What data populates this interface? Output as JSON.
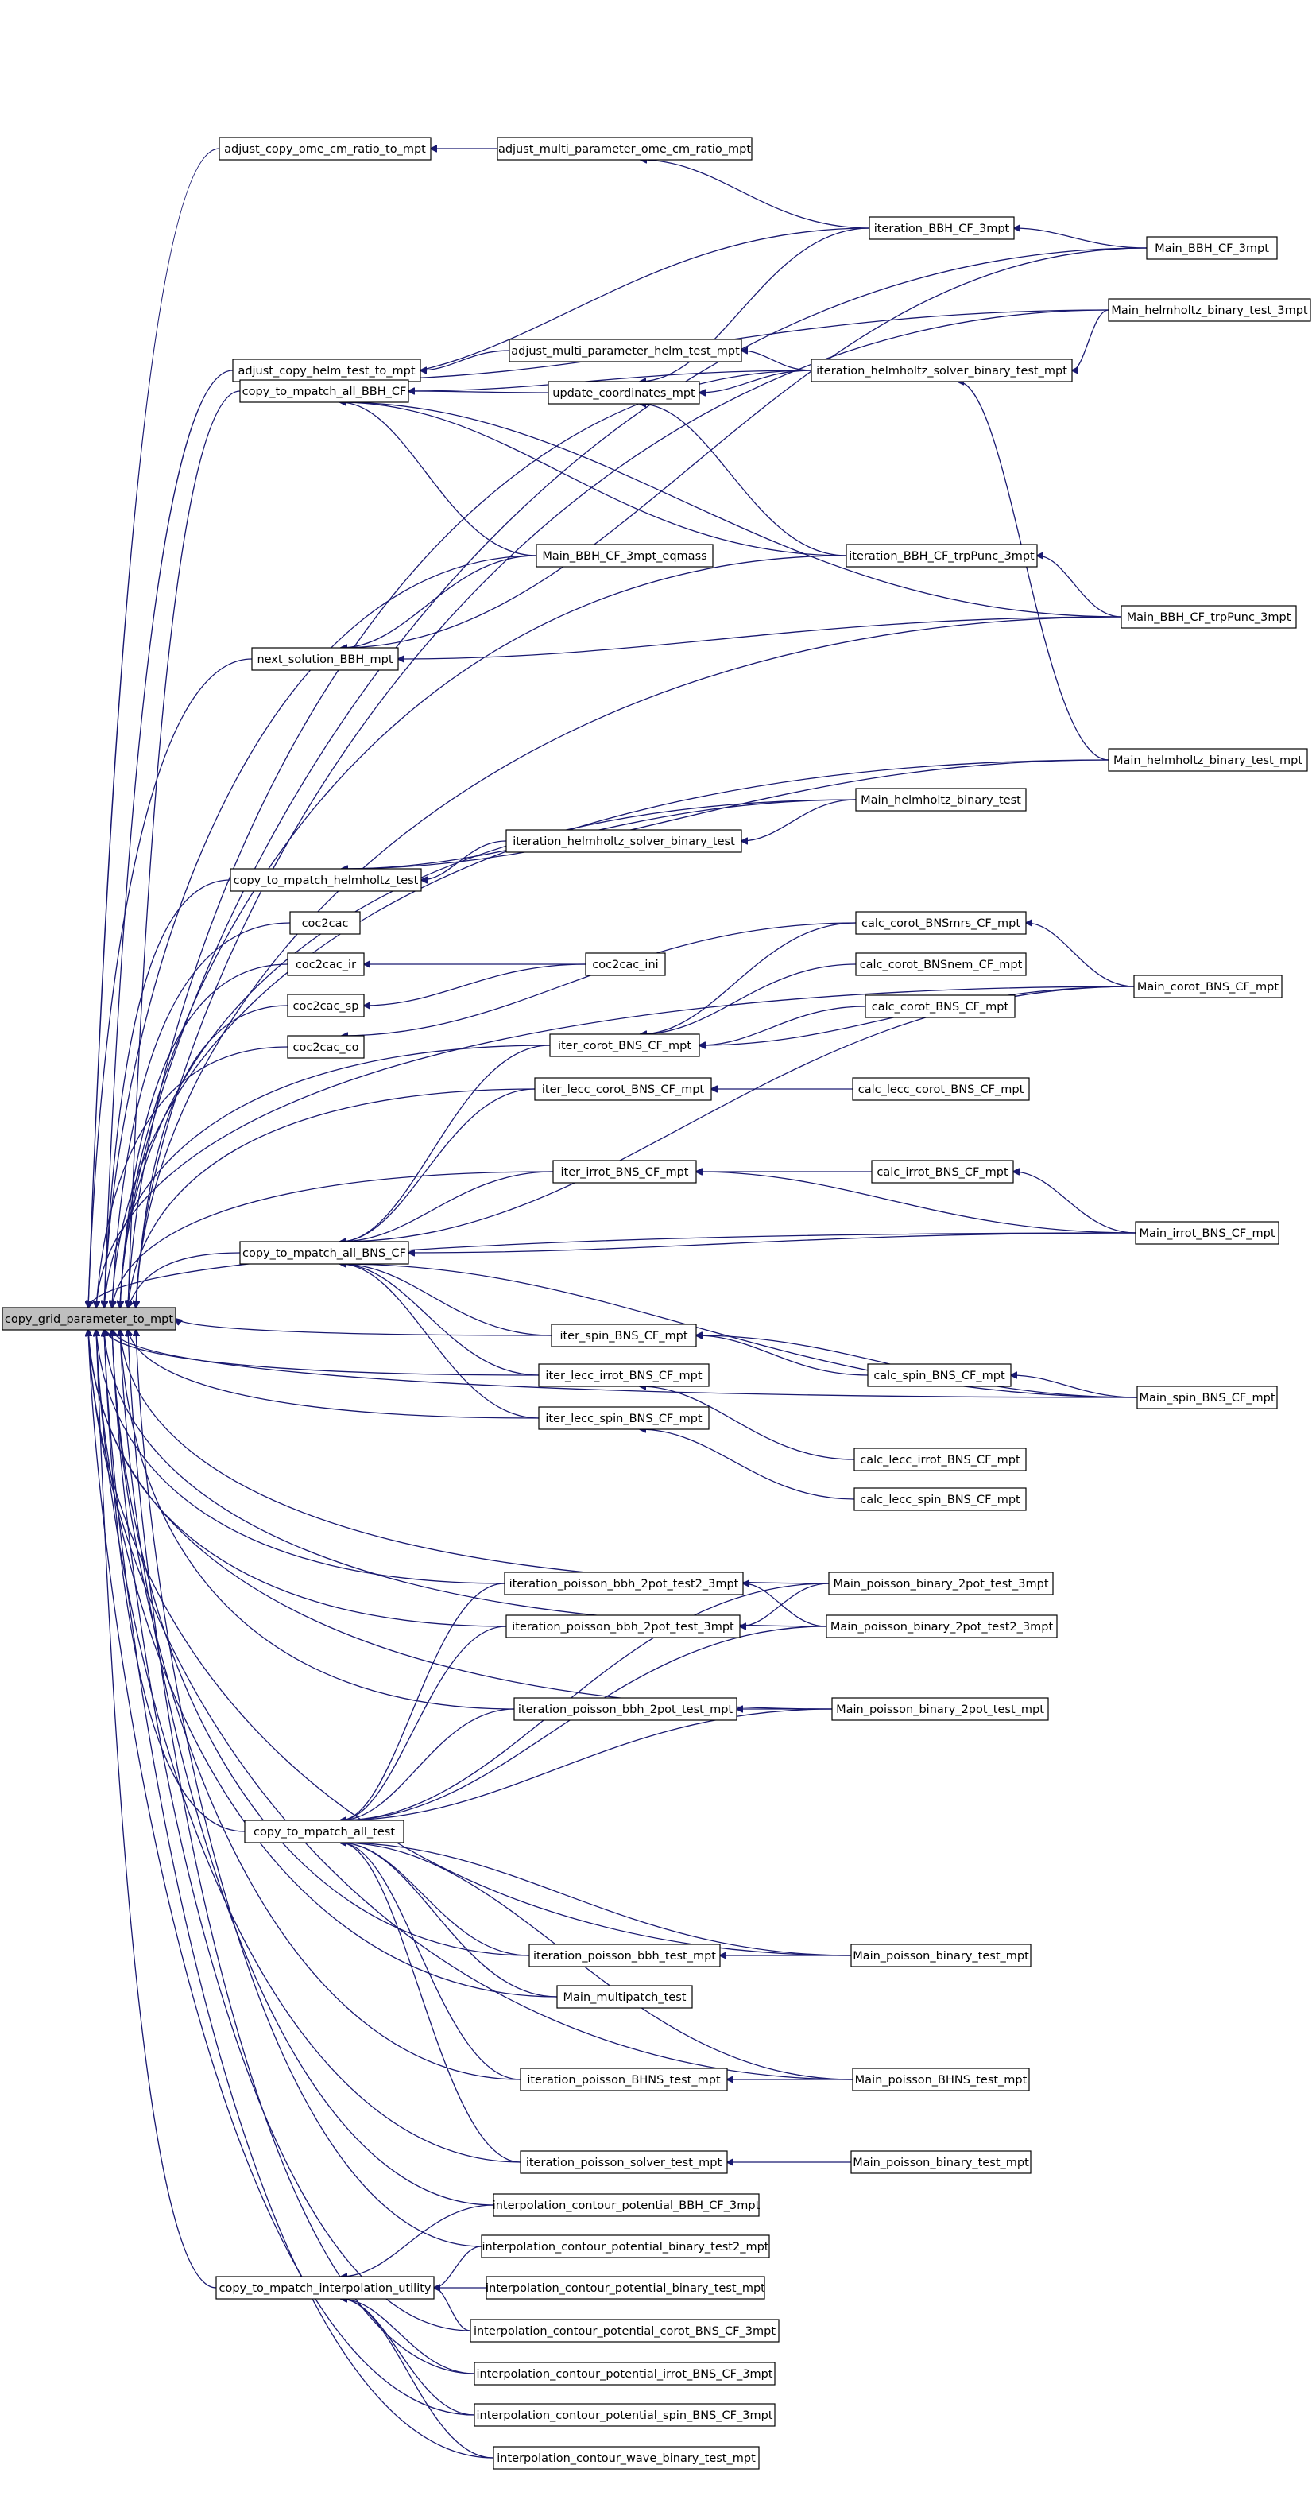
{
  "graph": {
    "title": "",
    "colors": {
      "edge": "#191970",
      "node_border": "#000000",
      "node_fill": "#ffffff",
      "root_fill": "#bfbfbf",
      "text": "#000000"
    },
    "nodes": [
      {
        "id": "copy_grid_parameter_to_mpt",
        "label": "copy_grid_parameter_to_mpt",
        "root": true
      },
      {
        "id": "adjust_copy_ome_cm_ratio_to_mpt",
        "label": "adjust_copy_ome_cm_ratio_to_mpt"
      },
      {
        "id": "adjust_multi_parameter_ome_cm_ratio_mpt",
        "label": "adjust_multi_parameter_ome_cm_ratio_mpt"
      },
      {
        "id": "iteration_BBH_CF_3mpt",
        "label": "iteration_BBH_CF_3mpt"
      },
      {
        "id": "Main_BBH_CF_3mpt",
        "label": "Main_BBH_CF_3mpt"
      },
      {
        "id": "Main_helmholtz_binary_test_3mpt",
        "label": "Main_helmholtz_binary_test_3mpt"
      },
      {
        "id": "adjust_copy_helm_test_to_mpt",
        "label": "adjust_copy_helm_test_to_mpt"
      },
      {
        "id": "adjust_multi_parameter_helm_test_mpt",
        "label": "adjust_multi_parameter_helm_test_mpt"
      },
      {
        "id": "iteration_helmholtz_solver_binary_test_mpt",
        "label": "iteration_helmholtz_solver_binary_test_mpt"
      },
      {
        "id": "update_coordinates_mpt",
        "label": "update_coordinates_mpt"
      },
      {
        "id": "copy_to_mpatch_all_BBH_CF",
        "label": "copy_to_mpatch_all_BBH_CF"
      },
      {
        "id": "Main_BBH_CF_3mpt_eqmass",
        "label": "Main_BBH_CF_3mpt_eqmass"
      },
      {
        "id": "iteration_BBH_CF_trpPunc_3mpt",
        "label": "iteration_BBH_CF_trpPunc_3mpt"
      },
      {
        "id": "Main_BBH_CF_trpPunc_3mpt",
        "label": "Main_BBH_CF_trpPunc_3mpt"
      },
      {
        "id": "next_solution_BBH_mpt",
        "label": "next_solution_BBH_mpt"
      },
      {
        "id": "Main_helmholtz_binary_test_mpt",
        "label": "Main_helmholtz_binary_test_mpt"
      },
      {
        "id": "Main_helmholtz_binary_test",
        "label": "Main_helmholtz_binary_test"
      },
      {
        "id": "iteration_helmholtz_solver_binary_test",
        "label": "iteration_helmholtz_solver_binary_test"
      },
      {
        "id": "copy_to_mpatch_helmholtz_test",
        "label": "copy_to_mpatch_helmholtz_test"
      },
      {
        "id": "coc2cac",
        "label": "coc2cac"
      },
      {
        "id": "calc_corot_BNSmrs_CF_mpt",
        "label": "calc_corot_BNSmrs_CF_mpt"
      },
      {
        "id": "coc2cac_ir",
        "label": "coc2cac_ir"
      },
      {
        "id": "coc2cac_ini",
        "label": "coc2cac_ini"
      },
      {
        "id": "calc_corot_BNSnem_CF_mpt",
        "label": "calc_corot_BNSnem_CF_mpt"
      },
      {
        "id": "coc2cac_sp",
        "label": "coc2cac_sp"
      },
      {
        "id": "Main_corot_BNS_CF_mpt",
        "label": "Main_corot_BNS_CF_mpt"
      },
      {
        "id": "calc_corot_BNS_CF_mpt",
        "label": "calc_corot_BNS_CF_mpt"
      },
      {
        "id": "coc2cac_co",
        "label": "coc2cac_co"
      },
      {
        "id": "iter_corot_BNS_CF_mpt",
        "label": "iter_corot_BNS_CF_mpt"
      },
      {
        "id": "iter_lecc_corot_BNS_CF_mpt",
        "label": "iter_lecc_corot_BNS_CF_mpt"
      },
      {
        "id": "calc_lecc_corot_BNS_CF_mpt",
        "label": "calc_lecc_corot_BNS_CF_mpt"
      },
      {
        "id": "iter_irrot_BNS_CF_mpt",
        "label": "iter_irrot_BNS_CF_mpt"
      },
      {
        "id": "calc_irrot_BNS_CF_mpt",
        "label": "calc_irrot_BNS_CF_mpt"
      },
      {
        "id": "copy_to_mpatch_all_BNS_CF",
        "label": "copy_to_mpatch_all_BNS_CF"
      },
      {
        "id": "Main_irrot_BNS_CF_mpt",
        "label": "Main_irrot_BNS_CF_mpt"
      },
      {
        "id": "iter_spin_BNS_CF_mpt",
        "label": "iter_spin_BNS_CF_mpt"
      },
      {
        "id": "iter_lecc_irrot_BNS_CF_mpt",
        "label": "iter_lecc_irrot_BNS_CF_mpt"
      },
      {
        "id": "calc_spin_BNS_CF_mpt",
        "label": "calc_spin_BNS_CF_mpt"
      },
      {
        "id": "Main_spin_BNS_CF_mpt",
        "label": "Main_spin_BNS_CF_mpt"
      },
      {
        "id": "iter_lecc_spin_BNS_CF_mpt",
        "label": "iter_lecc_spin_BNS_CF_mpt"
      },
      {
        "id": "calc_lecc_irrot_BNS_CF_mpt",
        "label": "calc_lecc_irrot_BNS_CF_mpt"
      },
      {
        "id": "calc_lecc_spin_BNS_CF_mpt",
        "label": "calc_lecc_spin_BNS_CF_mpt"
      },
      {
        "id": "iteration_poisson_bbh_2pot_test2_3mpt",
        "label": "iteration_poisson_bbh_2pot_test2_3mpt"
      },
      {
        "id": "Main_poisson_binary_2pot_test_3mpt",
        "label": "Main_poisson_binary_2pot_test_3mpt"
      },
      {
        "id": "iteration_poisson_bbh_2pot_test_3mpt",
        "label": "iteration_poisson_bbh_2pot_test_3mpt"
      },
      {
        "id": "Main_poisson_binary_2pot_test2_3mpt",
        "label": "Main_poisson_binary_2pot_test2_3mpt"
      },
      {
        "id": "iteration_poisson_bbh_2pot_test_mpt",
        "label": "iteration_poisson_bbh_2pot_test_mpt"
      },
      {
        "id": "Main_poisson_binary_2pot_test_mpt",
        "label": "Main_poisson_binary_2pot_test_mpt"
      },
      {
        "id": "copy_to_mpatch_all_test",
        "label": "copy_to_mpatch_all_test"
      },
      {
        "id": "iteration_poisson_bbh_test_mpt",
        "label": "iteration_poisson_bbh_test_mpt"
      },
      {
        "id": "Main_poisson_binary_test_mpt",
        "label": "Main_poisson_binary_test_mpt"
      },
      {
        "id": "Main_multipatch_test",
        "label": "Main_multipatch_test"
      },
      {
        "id": "iteration_poisson_BHNS_test_mpt",
        "label": "iteration_poisson_BHNS_test_mpt"
      },
      {
        "id": "Main_poisson_BHNS_test_mpt",
        "label": "Main_poisson_BHNS_test_mpt"
      },
      {
        "id": "iteration_poisson_solver_test_mpt",
        "label": "iteration_poisson_solver_test_mpt"
      },
      {
        "id": "Main_poisson_binary_test_mpt_2",
        "label": "Main_poisson_binary_test_mpt"
      },
      {
        "id": "interpolation_contour_potential_BBH_CF_3mpt",
        "label": "interpolation_contour_potential_BBH_CF_3mpt"
      },
      {
        "id": "interpolation_contour_potential_binary_test2_mpt",
        "label": "interpolation_contour_potential_binary_test2_mpt"
      },
      {
        "id": "copy_to_mpatch_interpolation_utility",
        "label": "copy_to_mpatch_interpolation_utility"
      },
      {
        "id": "interpolation_contour_potential_binary_test_mpt",
        "label": "interpolation_contour_potential_binary_test_mpt"
      },
      {
        "id": "interpolation_contour_potential_corot_BNS_CF_3mpt",
        "label": "interpolation_contour_potential_corot_BNS_CF_3mpt"
      },
      {
        "id": "interpolation_contour_potential_irrot_BNS_CF_3mpt",
        "label": "interpolation_contour_potential_irrot_BNS_CF_3mpt"
      },
      {
        "id": "interpolation_contour_potential_spin_BNS_CF_3mpt",
        "label": "interpolation_contour_potential_spin_BNS_CF_3mpt"
      },
      {
        "id": "interpolation_contour_wave_binary_test_mpt",
        "label": "interpolation_contour_wave_binary_test_mpt"
      }
    ],
    "edges": [
      [
        "adjust_copy_ome_cm_ratio_to_mpt",
        "copy_grid_parameter_to_mpt"
      ],
      [
        "adjust_multi_parameter_ome_cm_ratio_mpt",
        "adjust_copy_ome_cm_ratio_to_mpt"
      ],
      [
        "iteration_BBH_CF_3mpt",
        "adjust_multi_parameter_ome_cm_ratio_mpt"
      ],
      [
        "Main_BBH_CF_3mpt",
        "iteration_BBH_CF_3mpt"
      ],
      [
        "Main_BBH_CF_3mpt",
        "copy_grid_parameter_to_mpt"
      ],
      [
        "iteration_BBH_CF_3mpt",
        "copy_to_mpatch_all_BBH_CF"
      ],
      [
        "Main_helmholtz_binary_test_3mpt",
        "copy_grid_parameter_to_mpt"
      ],
      [
        "Main_helmholtz_binary_test_3mpt",
        "copy_to_mpatch_all_BBH_CF"
      ],
      [
        "Main_helmholtz_binary_test_3mpt",
        "iteration_helmholtz_solver_binary_test_mpt"
      ],
      [
        "adjust_copy_helm_test_to_mpt",
        "copy_grid_parameter_to_mpt"
      ],
      [
        "adjust_multi_parameter_helm_test_mpt",
        "adjust_copy_helm_test_to_mpt"
      ],
      [
        "iteration_helmholtz_solver_binary_test_mpt",
        "adjust_multi_parameter_helm_test_mpt"
      ],
      [
        "iteration_helmholtz_solver_binary_test_mpt",
        "copy_grid_parameter_to_mpt"
      ],
      [
        "iteration_helmholtz_solver_binary_test_mpt",
        "update_coordinates_mpt"
      ],
      [
        "iteration_helmholtz_solver_binary_test_mpt",
        "copy_to_mpatch_all_BBH_CF"
      ],
      [
        "Main_helmholtz_binary_test_mpt",
        "iteration_helmholtz_solver_binary_test_mpt"
      ],
      [
        "iteration_BBH_CF_3mpt",
        "update_coordinates_mpt"
      ],
      [
        "update_coordinates_mpt",
        "copy_to_mpatch_all_BBH_CF"
      ],
      [
        "iteration_BBH_CF_trpPunc_3mpt",
        "update_coordinates_mpt"
      ],
      [
        "copy_to_mpatch_all_BBH_CF",
        "copy_grid_parameter_to_mpt"
      ],
      [
        "Main_BBH_CF_3mpt_eqmass",
        "copy_to_mpatch_all_BBH_CF"
      ],
      [
        "iteration_BBH_CF_trpPunc_3mpt",
        "copy_to_mpatch_all_BBH_CF"
      ],
      [
        "Main_BBH_CF_trpPunc_3mpt",
        "copy_to_mpatch_all_BBH_CF"
      ],
      [
        "Main_BBH_CF_3mpt_eqmass",
        "copy_grid_parameter_to_mpt"
      ],
      [
        "Main_BBH_CF_3mpt_eqmass",
        "next_solution_BBH_mpt"
      ],
      [
        "iteration_BBH_CF_trpPunc_3mpt",
        "copy_grid_parameter_to_mpt"
      ],
      [
        "Main_BBH_CF_trpPunc_3mpt",
        "iteration_BBH_CF_trpPunc_3mpt"
      ],
      [
        "Main_BBH_CF_trpPunc_3mpt",
        "copy_grid_parameter_to_mpt"
      ],
      [
        "next_solution_BBH_mpt",
        "copy_grid_parameter_to_mpt"
      ],
      [
        "Main_BBH_CF_3mpt",
        "next_solution_BBH_mpt"
      ],
      [
        "Main_BBH_CF_trpPunc_3mpt",
        "next_solution_BBH_mpt"
      ],
      [
        "Main_helmholtz_binary_test_mpt",
        "copy_grid_parameter_to_mpt"
      ],
      [
        "Main_helmholtz_binary_test",
        "copy_grid_parameter_to_mpt"
      ],
      [
        "Main_helmholtz_binary_test",
        "iteration_helmholtz_solver_binary_test"
      ],
      [
        "Main_helmholtz_binary_test",
        "copy_to_mpatch_helmholtz_test"
      ],
      [
        "iteration_helmholtz_solver_binary_test",
        "copy_to_mpatch_helmholtz_test"
      ],
      [
        "Main_helmholtz_binary_test_mpt",
        "copy_to_mpatch_helmholtz_test"
      ],
      [
        "copy_to_mpatch_helmholtz_test",
        "copy_grid_parameter_to_mpt"
      ],
      [
        "coc2cac",
        "copy_grid_parameter_to_mpt"
      ],
      [
        "coc2cac_ir",
        "copy_grid_parameter_to_mpt"
      ],
      [
        "coc2cac_ini",
        "coc2cac_ir"
      ],
      [
        "coc2cac_sp",
        "copy_grid_parameter_to_mpt"
      ],
      [
        "coc2cac_ini",
        "coc2cac_sp"
      ],
      [
        "coc2cac_co",
        "copy_grid_parameter_to_mpt"
      ],
      [
        "calc_corot_BNSmrs_CF_mpt",
        "coc2cac_co"
      ],
      [
        "calc_corot_BNSmrs_CF_mpt",
        "iter_corot_BNS_CF_mpt"
      ],
      [
        "Main_corot_BNS_CF_mpt",
        "calc_corot_BNSmrs_CF_mpt"
      ],
      [
        "calc_corot_BNSnem_CF_mpt",
        "iter_corot_BNS_CF_mpt"
      ],
      [
        "calc_corot_BNS_CF_mpt",
        "iter_corot_BNS_CF_mpt"
      ],
      [
        "Main_corot_BNS_CF_mpt",
        "iter_corot_BNS_CF_mpt"
      ],
      [
        "Main_corot_BNS_CF_mpt",
        "copy_grid_parameter_to_mpt"
      ],
      [
        "iter_corot_BNS_CF_mpt",
        "copy_grid_parameter_to_mpt"
      ],
      [
        "iter_corot_BNS_CF_mpt",
        "copy_to_mpatch_all_BNS_CF"
      ],
      [
        "calc_lecc_corot_BNS_CF_mpt",
        "iter_lecc_corot_BNS_CF_mpt"
      ],
      [
        "iter_lecc_corot_BNS_CF_mpt",
        "copy_grid_parameter_to_mpt"
      ],
      [
        "iter_lecc_corot_BNS_CF_mpt",
        "copy_to_mpatch_all_BNS_CF"
      ],
      [
        "calc_irrot_BNS_CF_mpt",
        "iter_irrot_BNS_CF_mpt"
      ],
      [
        "Main_irrot_BNS_CF_mpt",
        "calc_irrot_BNS_CF_mpt"
      ],
      [
        "Main_irrot_BNS_CF_mpt",
        "iter_irrot_BNS_CF_mpt"
      ],
      [
        "iter_irrot_BNS_CF_mpt",
        "copy_grid_parameter_to_mpt"
      ],
      [
        "iter_irrot_BNS_CF_mpt",
        "copy_to_mpatch_all_BNS_CF"
      ],
      [
        "copy_to_mpatch_all_BNS_CF",
        "copy_grid_parameter_to_mpt"
      ],
      [
        "Main_irrot_BNS_CF_mpt",
        "copy_to_mpatch_all_BNS_CF"
      ],
      [
        "Main_irrot_BNS_CF_mpt",
        "copy_grid_parameter_to_mpt"
      ],
      [
        "Main_corot_BNS_CF_mpt",
        "copy_to_mpatch_all_BNS_CF"
      ],
      [
        "Main_spin_BNS_CF_mpt",
        "copy_to_mpatch_all_BNS_CF"
      ],
      [
        "Main_spin_BNS_CF_mpt",
        "copy_grid_parameter_to_mpt"
      ],
      [
        "iter_spin_BNS_CF_mpt",
        "copy_grid_parameter_to_mpt"
      ],
      [
        "iter_spin_BNS_CF_mpt",
        "copy_to_mpatch_all_BNS_CF"
      ],
      [
        "calc_spin_BNS_CF_mpt",
        "iter_spin_BNS_CF_mpt"
      ],
      [
        "Main_spin_BNS_CF_mpt",
        "calc_spin_BNS_CF_mpt"
      ],
      [
        "Main_spin_BNS_CF_mpt",
        "iter_spin_BNS_CF_mpt"
      ],
      [
        "iter_lecc_irrot_BNS_CF_mpt",
        "copy_grid_parameter_to_mpt"
      ],
      [
        "iter_lecc_irrot_BNS_CF_mpt",
        "copy_to_mpatch_all_BNS_CF"
      ],
      [
        "calc_lecc_irrot_BNS_CF_mpt",
        "iter_lecc_irrot_BNS_CF_mpt"
      ],
      [
        "iter_lecc_spin_BNS_CF_mpt",
        "copy_grid_parameter_to_mpt"
      ],
      [
        "iter_lecc_spin_BNS_CF_mpt",
        "copy_to_mpatch_all_BNS_CF"
      ],
      [
        "calc_lecc_spin_BNS_CF_mpt",
        "iter_lecc_spin_BNS_CF_mpt"
      ],
      [
        "iteration_poisson_bbh_2pot_test2_3mpt",
        "copy_grid_parameter_to_mpt"
      ],
      [
        "iteration_poisson_bbh_2pot_test2_3mpt",
        "copy_to_mpatch_all_test"
      ],
      [
        "Main_poisson_binary_2pot_test2_3mpt",
        "iteration_poisson_bbh_2pot_test2_3mpt"
      ],
      [
        "Main_poisson_binary_2pot_test_3mpt",
        "copy_grid_parameter_to_mpt"
      ],
      [
        "Main_poisson_binary_2pot_test_3mpt",
        "copy_to_mpatch_all_test"
      ],
      [
        "Main_poisson_binary_2pot_test_3mpt",
        "iteration_poisson_bbh_2pot_test_3mpt"
      ],
      [
        "iteration_poisson_bbh_2pot_test_3mpt",
        "copy_grid_parameter_to_mpt"
      ],
      [
        "iteration_poisson_bbh_2pot_test_3mpt",
        "copy_to_mpatch_all_test"
      ],
      [
        "Main_poisson_binary_2pot_test2_3mpt",
        "copy_grid_parameter_to_mpt"
      ],
      [
        "Main_poisson_binary_2pot_test2_3mpt",
        "copy_to_mpatch_all_test"
      ],
      [
        "iteration_poisson_bbh_2pot_test_mpt",
        "copy_grid_parameter_to_mpt"
      ],
      [
        "iteration_poisson_bbh_2pot_test_mpt",
        "copy_to_mpatch_all_test"
      ],
      [
        "Main_poisson_binary_2pot_test_mpt",
        "iteration_poisson_bbh_2pot_test_mpt"
      ],
      [
        "Main_poisson_binary_2pot_test_mpt",
        "copy_grid_parameter_to_mpt"
      ],
      [
        "Main_poisson_binary_2pot_test_mpt",
        "copy_to_mpatch_all_test"
      ],
      [
        "copy_to_mpatch_all_test",
        "copy_grid_parameter_to_mpt"
      ],
      [
        "iteration_poisson_bbh_test_mpt",
        "copy_grid_parameter_to_mpt"
      ],
      [
        "iteration_poisson_bbh_test_mpt",
        "copy_to_mpatch_all_test"
      ],
      [
        "Main_poisson_binary_test_mpt",
        "iteration_poisson_bbh_test_mpt"
      ],
      [
        "Main_poisson_binary_test_mpt",
        "copy_to_mpatch_all_test"
      ],
      [
        "Main_poisson_binary_test_mpt",
        "copy_grid_parameter_to_mpt"
      ],
      [
        "Main_multipatch_test",
        "copy_grid_parameter_to_mpt"
      ],
      [
        "Main_multipatch_test",
        "copy_to_mpatch_all_test"
      ],
      [
        "iteration_poisson_BHNS_test_mpt",
        "copy_grid_parameter_to_mpt"
      ],
      [
        "iteration_poisson_BHNS_test_mpt",
        "copy_to_mpatch_all_test"
      ],
      [
        "Main_poisson_BHNS_test_mpt",
        "iteration_poisson_BHNS_test_mpt"
      ],
      [
        "Main_poisson_BHNS_test_mpt",
        "copy_to_mpatch_all_test"
      ],
      [
        "Main_poisson_BHNS_test_mpt",
        "copy_grid_parameter_to_mpt"
      ],
      [
        "iteration_poisson_solver_test_mpt",
        "copy_grid_parameter_to_mpt"
      ],
      [
        "iteration_poisson_solver_test_mpt",
        "copy_to_mpatch_all_test"
      ],
      [
        "Main_poisson_binary_test_mpt_2",
        "iteration_poisson_solver_test_mpt"
      ],
      [
        "interpolation_contour_potential_BBH_CF_3mpt",
        "copy_grid_parameter_to_mpt"
      ],
      [
        "interpolation_contour_potential_BBH_CF_3mpt",
        "copy_to_mpatch_interpolation_utility"
      ],
      [
        "interpolation_contour_potential_binary_test2_mpt",
        "copy_grid_parameter_to_mpt"
      ],
      [
        "interpolation_contour_potential_binary_test2_mpt",
        "copy_to_mpatch_interpolation_utility"
      ],
      [
        "copy_to_mpatch_interpolation_utility",
        "copy_grid_parameter_to_mpt"
      ],
      [
        "interpolation_contour_potential_binary_test_mpt",
        "copy_to_mpatch_interpolation_utility"
      ],
      [
        "interpolation_contour_potential_corot_BNS_CF_3mpt",
        "copy_grid_parameter_to_mpt"
      ],
      [
        "interpolation_contour_potential_corot_BNS_CF_3mpt",
        "copy_to_mpatch_interpolation_utility"
      ],
      [
        "interpolation_contour_potential_irrot_BNS_CF_3mpt",
        "copy_grid_parameter_to_mpt"
      ],
      [
        "interpolation_contour_potential_irrot_BNS_CF_3mpt",
        "copy_to_mpatch_interpolation_utility"
      ],
      [
        "interpolation_contour_potential_spin_BNS_CF_3mpt",
        "copy_grid_parameter_to_mpt"
      ],
      [
        "interpolation_contour_potential_spin_BNS_CF_3mpt",
        "copy_to_mpatch_interpolation_utility"
      ],
      [
        "interpolation_contour_wave_binary_test_mpt",
        "copy_grid_parameter_to_mpt"
      ],
      [
        "interpolation_contour_wave_binary_test_mpt",
        "copy_to_mpatch_interpolation_utility"
      ]
    ]
  }
}
